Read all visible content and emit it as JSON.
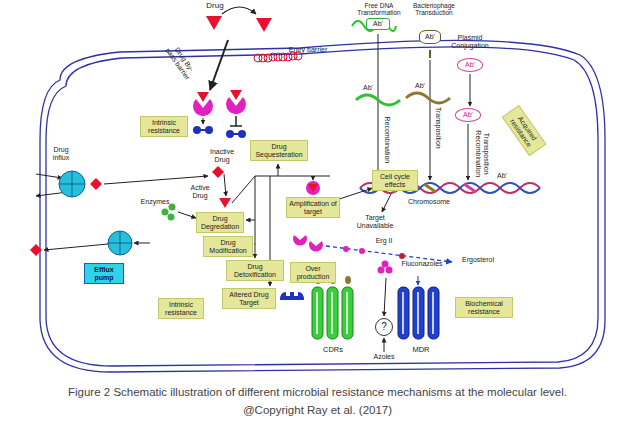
{
  "diagram": {
    "caption": "Figure 2 Schematic illustration of different microbial resistance mechanisms at the molecular level.",
    "nodes": [
      {
        "text": [
          "Ab'"
        ]
      },
      {
        "text": [
          "Ab'"
        ]
      },
      {
        "text": [
          "Ab'"
        ]
      },
      {
        "text": [
          "Intrinsic resistance"
        ]
      },
      {
        "text": [
          "Drug Sequesteration"
        ]
      },
      {
        "text": [
          "Ab'"
        ]
      },
      {
        "text": [
          "Acquired resistance"
        ]
      },
      {
        "text": [
          "Cell cycle effects"
        ]
      },
      {
        "text": [
          "Drug Degredation"
        ]
      },
      {
        "text": [
          "Amplification of target"
        ]
      },
      {
        "text": [
          "Drug Modification"
        ]
      },
      {
        "text": [
          "Drug Detoxification"
        ]
      },
      {
        "text": [
          "Over production"
        ]
      },
      {
        "text": [
          "Efflux pump"
        ]
      },
      {
        "text": [
          "Altered Drug Target"
        ]
      },
      {
        "text": [
          "Intrinsic resistance"
        ]
      },
      {
        "text": [
          "?"
        ]
      },
      {
        "text": [
          "Biochemical resistance"
        ]
      }
    ],
    "edges": [
      {
        "from": 9,
        "to": 7,
        "arrow": "to"
      }
    ],
    "labels": [
      "Drug",
      "Drug By-pass barrier",
      "Entry barrier",
      "Free DNA Transformation",
      "Bacteriophage Transduction",
      "Plasmid Conjugation",
      "Ab'",
      "Ab'",
      "Recombination",
      "Transposition",
      "Transposition Recombination",
      "Drug influx",
      "Inactive Drug",
      "Active Drug",
      "Enzymes",
      "Ab'",
      "Chromosome",
      "Target Unavailable",
      "Erg II",
      "Ergosterol",
      "Azoles",
      "Fluconazoles",
      "CDRs",
      "Azoles",
      "MDR",
      "@Copyright Ray et al. (2017)"
    ]
  }
}
